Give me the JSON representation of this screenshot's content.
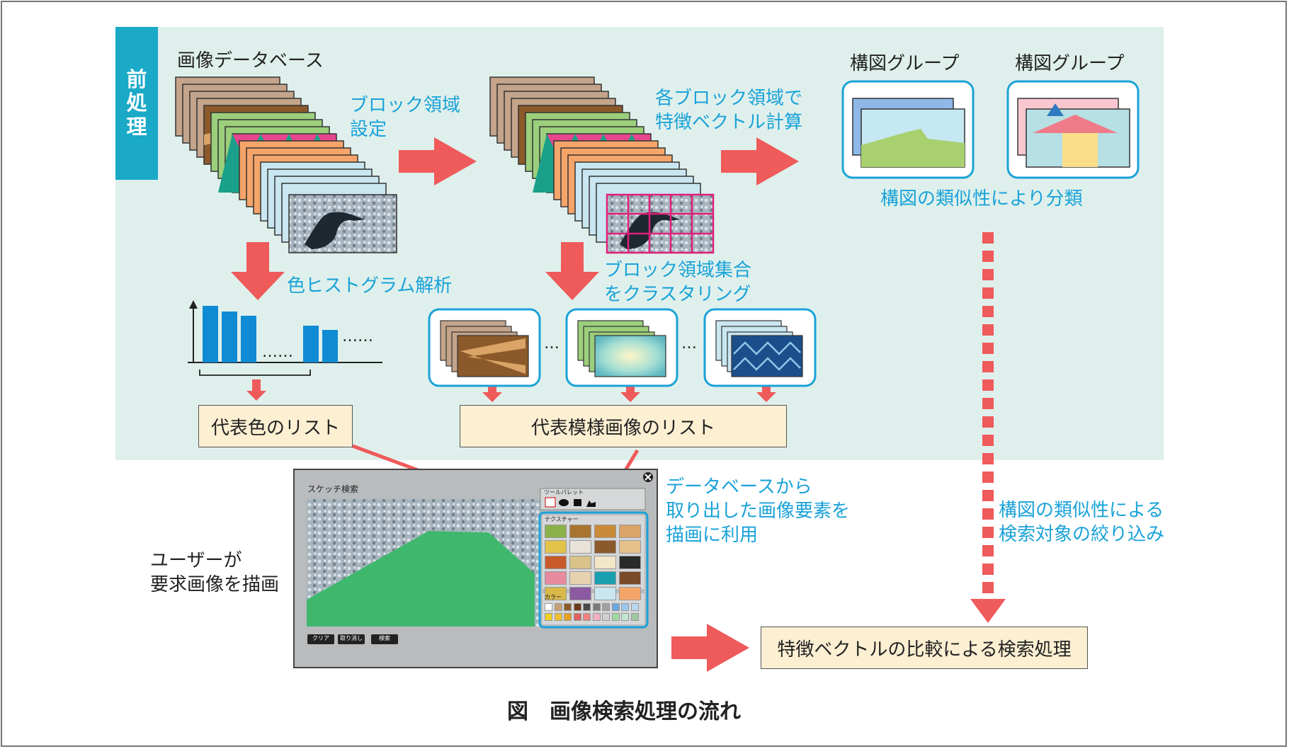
{
  "preprocess_tag": "前\n処\n理",
  "labels": {
    "image_db": "画像データベース",
    "block_setting": "ブロック領域\n設定",
    "feature_calc": "各ブロック領域で\n特徴ベクトル計算",
    "group1": "構図グループ",
    "group2": "構図グループ",
    "classify": "構図の類似性により分類",
    "color_hist": "色ヒストグラム解析",
    "clustering": "ブロック領域集合\nをクラスタリング",
    "db_elements": "データベースから\n取り出した画像要素を\n描画に利用",
    "user_draw": "ユーザーが\n要求画像を描画",
    "narrow": "構図の類似性による\n検索対象の絞り込み",
    "hist_dots1": "……",
    "hist_dots2": "……",
    "cluster_dots1": "…",
    "cluster_dots2": "…"
  },
  "boxes": {
    "rep_color": "代表色のリスト",
    "rep_pattern": "代表模様画像のリスト",
    "search_proc": "特徴ベクトルの比較による検索処理"
  },
  "app": {
    "title": "スケッチ検索",
    "palette_title": "ツールパレット",
    "texture_title": "テクスチャー",
    "color_title": "カラー",
    "btn_clear": "クリア",
    "btn_undo": "取り消し",
    "btn_search": "検索"
  },
  "caption": "図　画像検索処理の流れ",
  "colors": {
    "accent_cyan": "#1aa2d8",
    "arrow_red": "#ef5a5a",
    "panel_bg": "#dff0ec",
    "box_bg": "#fcefd2",
    "sketch_green": "#3fb86e"
  }
}
